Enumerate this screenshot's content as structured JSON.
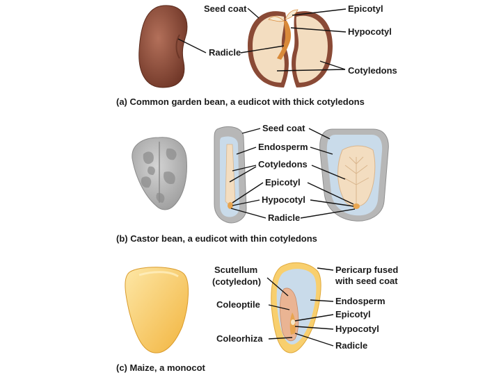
{
  "panel_a": {
    "caption": "(a) Common garden bean, a eudicot with thick cotyledons",
    "labels": {
      "seed_coat": "Seed coat",
      "radicle": "Radicle",
      "epicotyl": "Epicotyl",
      "hypocotyl": "Hypocotyl",
      "cotyledons": "Cotyledons"
    }
  },
  "panel_b": {
    "caption": "(b) Castor bean, a eudicot with thin cotyledons",
    "labels": {
      "seed_coat": "Seed coat",
      "endosperm": "Endosperm",
      "cotyledons": "Cotyledons",
      "epicotyl": "Epicotyl",
      "hypocotyl": "Hypocotyl",
      "radicle": "Radicle"
    }
  },
  "panel_c": {
    "caption": "(c) Maize, a monocot",
    "labels": {
      "scutellum_line1": "Scutellum",
      "scutellum_line2": "(cotyledon)",
      "coleoptile": "Coleoptile",
      "coleorhiza": "Coleorhiza",
      "pericarp_line1": "Pericarp fused",
      "pericarp_line2": "with seed coat",
      "endosperm": "Endosperm",
      "epicotyl": "Epicotyl",
      "hypocotyl": "Hypocotyl",
      "radicle": "Radicle"
    }
  },
  "colors": {
    "bean_brown": "#8a4a36",
    "cotyledon_cream": "#f3ddc0",
    "embryo_orange": "#d98a3a",
    "castor_gray": "#bdbdbd",
    "endosperm_blue": "#c9dbea",
    "maize_yellow": "#f8cf6e"
  }
}
